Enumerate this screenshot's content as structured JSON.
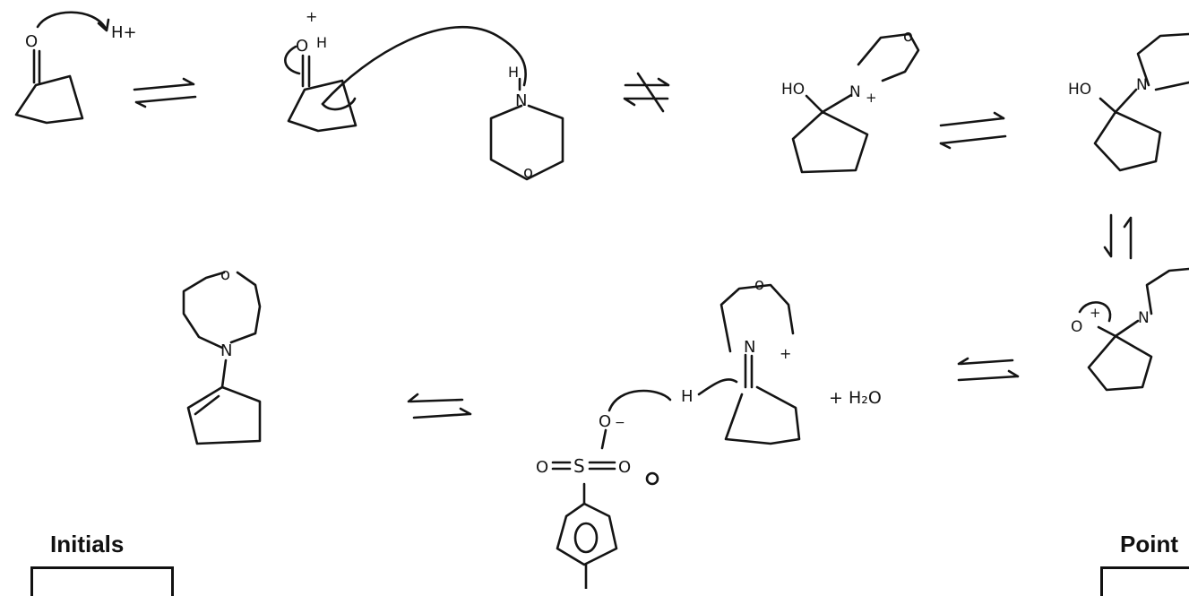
{
  "labels": {
    "initials": "Initials",
    "points": "Point"
  },
  "atoms": {
    "o": "O",
    "o_lower": "o",
    "n": "N",
    "nh_plus": "H+",
    "h": "H",
    "hn": "HN",
    "ho": "HO",
    "plus": "+",
    "minus": "−",
    "s": "S",
    "h2o": "+ H₂O"
  },
  "colors": {
    "ink": "#141414",
    "background": "#ffffff"
  }
}
